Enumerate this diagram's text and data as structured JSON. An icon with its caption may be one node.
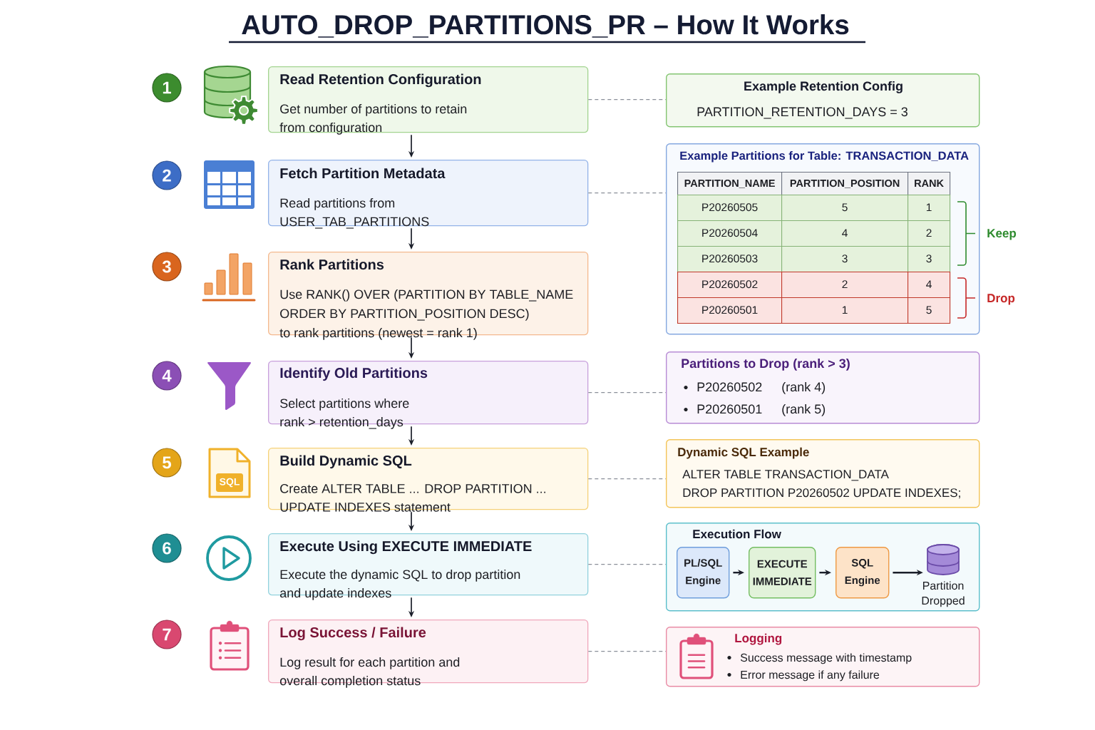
{
  "diagram": {
    "title": "AUTO_DROP_PARTITIONS_PR – How It Works",
    "nodes": [
      {
        "text": [
          "1"
        ]
      },
      {
        "text": [
          "Read Retention Configuration",
          "Get number of partitions to retain from configuration"
        ]
      },
      {
        "text": [
          "Example Retention Config",
          "PARTITION_RETENTION_DAYS = 3"
        ]
      },
      {
        "text": [
          "2"
        ]
      },
      {
        "text": [
          "Fetch Partition Metadata",
          "Read partitions from USER_TAB_PARTITIONS"
        ]
      },
      {
        "text": [
          "Example Partitions for Table: TRANSACTION_DATA"
        ]
      },
      {
        "text": [
          "3"
        ]
      },
      {
        "text": [
          "Rank Partitions",
          "Use RANK() OVER (PARTITION BY TABLE_NAME ORDER BY PARTITION_POSITION DESC) to rank partitions (newest = rank 1)"
        ]
      },
      {
        "text": [
          "4"
        ]
      },
      {
        "text": [
          "Identify Old Partitions",
          "Select partitions where rank > retention_days"
        ]
      },
      {
        "text": [
          "Partitions to Drop (rank > 3)",
          "P20260502",
          "(rank 4)",
          "P20260501",
          "(rank 5)"
        ]
      },
      {
        "text": [
          "5"
        ]
      },
      {
        "text": [
          "Build Dynamic SQL",
          "Create ALTER TABLE ... DROP PARTITION ... UPDATE INDEXES statement"
        ]
      },
      {
        "text": [
          "Dynamic SQL Example",
          "ALTER TABLE TRANSACTION_DATA",
          "DROP PARTITION P20260502 UPDATE INDEXES;"
        ]
      },
      {
        "text": [
          "6"
        ]
      },
      {
        "text": [
          "Execute Using EXECUTE IMMEDIATE",
          "Execute the dynamic SQL to drop partition and update indexes"
        ]
      },
      {
        "text": [
          "Execution Flow"
        ]
      },
      {
        "text": [
          "PL/SQL Engine"
        ],
        "in": 16
      },
      {
        "text": [
          "EXECUTE IMMEDIATE"
        ],
        "in": 16
      },
      {
        "text": [
          "SQL Engine"
        ],
        "in": 16
      },
      {
        "text": [],
        "shape": "cylinder",
        "beside": [
          "Partition Dropped"
        ],
        "in": 16
      },
      {
        "text": [
          "7"
        ]
      },
      {
        "text": [
          "Log Success / Failure",
          "Log result for each partition and overall completion status"
        ]
      },
      {
        "text": [
          "Logging",
          "Success message with timestamp",
          "Error message if any failure"
        ]
      }
    ],
    "edges": [
      {
        "from": 1,
        "to": 4,
        "arrow": "to"
      },
      {
        "from": 4,
        "to": 7,
        "arrow": "to"
      },
      {
        "from": 7,
        "to": 9,
        "arrow": "to"
      },
      {
        "from": 9,
        "to": 12,
        "arrow": "to"
      },
      {
        "from": 12,
        "to": 15,
        "arrow": "to"
      },
      {
        "from": 15,
        "to": 22,
        "arrow": "to"
      },
      {
        "from": 1,
        "to": 2,
        "arrow": "none",
        "style": "dashed",
        "color": "#8a8f99"
      },
      {
        "from": 4,
        "to": 5,
        "arrow": "none",
        "style": "dashed",
        "color": "#8a8f99"
      },
      {
        "from": 9,
        "to": 10,
        "arrow": "none",
        "style": "dashed",
        "color": "#8a8f99"
      },
      {
        "from": 12,
        "to": 13,
        "arrow": "none",
        "style": "dashed",
        "color": "#8a8f99"
      },
      {
        "from": 15,
        "to": 16,
        "arrow": "none",
        "style": "dashed",
        "color": "#8a8f99"
      },
      {
        "from": 22,
        "to": 23,
        "arrow": "none",
        "style": "dashed",
        "color": "#8a8f99"
      },
      {
        "from": 17,
        "to": 18,
        "arrow": "to"
      },
      {
        "from": 18,
        "to": 19,
        "arrow": "to"
      },
      {
        "from": 19,
        "to": 20,
        "arrow": "to"
      }
    ],
    "labels": [
      "PARTITION_NAME",
      "PARTITION_POSITION",
      "RANK",
      "P20260505",
      "5",
      "1",
      "P20260504",
      "4",
      "2",
      "P20260503",
      "3",
      "3",
      "P20260502",
      "2",
      "4",
      "P20260501",
      "1",
      "5",
      "Keep",
      "Drop",
      "SQL"
    ]
  }
}
